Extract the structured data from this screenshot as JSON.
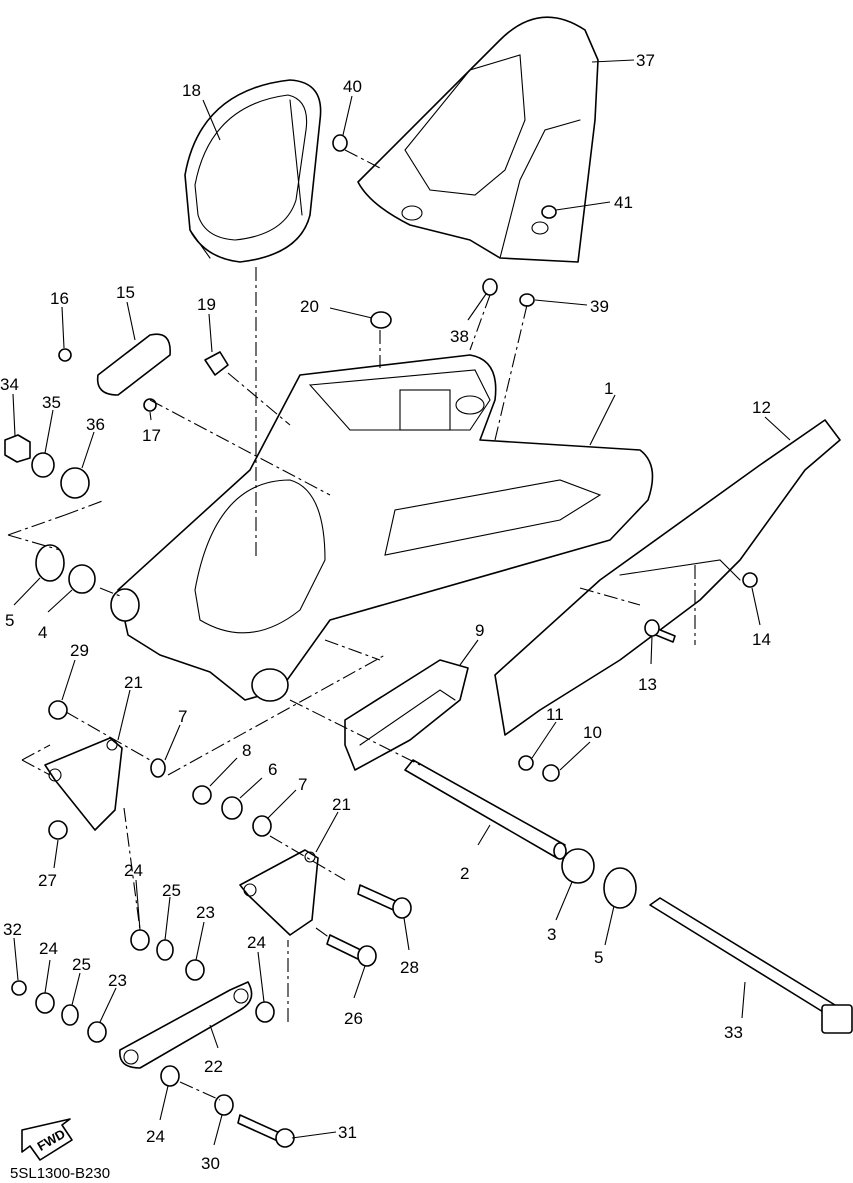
{
  "diagram": {
    "code": "5SL1300-B230",
    "fwd_label": "FWD",
    "callouts": [
      "1",
      "2",
      "3",
      "4",
      "5",
      "5",
      "6",
      "7",
      "7",
      "8",
      "9",
      "10",
      "11",
      "12",
      "13",
      "14",
      "15",
      "16",
      "17",
      "18",
      "19",
      "20",
      "21",
      "21",
      "22",
      "23",
      "23",
      "24",
      "24",
      "24",
      "24",
      "25",
      "25",
      "26",
      "27",
      "28",
      "29",
      "30",
      "31",
      "32",
      "33",
      "34",
      "35",
      "36",
      "37",
      "38",
      "39",
      "40",
      "41"
    ]
  }
}
